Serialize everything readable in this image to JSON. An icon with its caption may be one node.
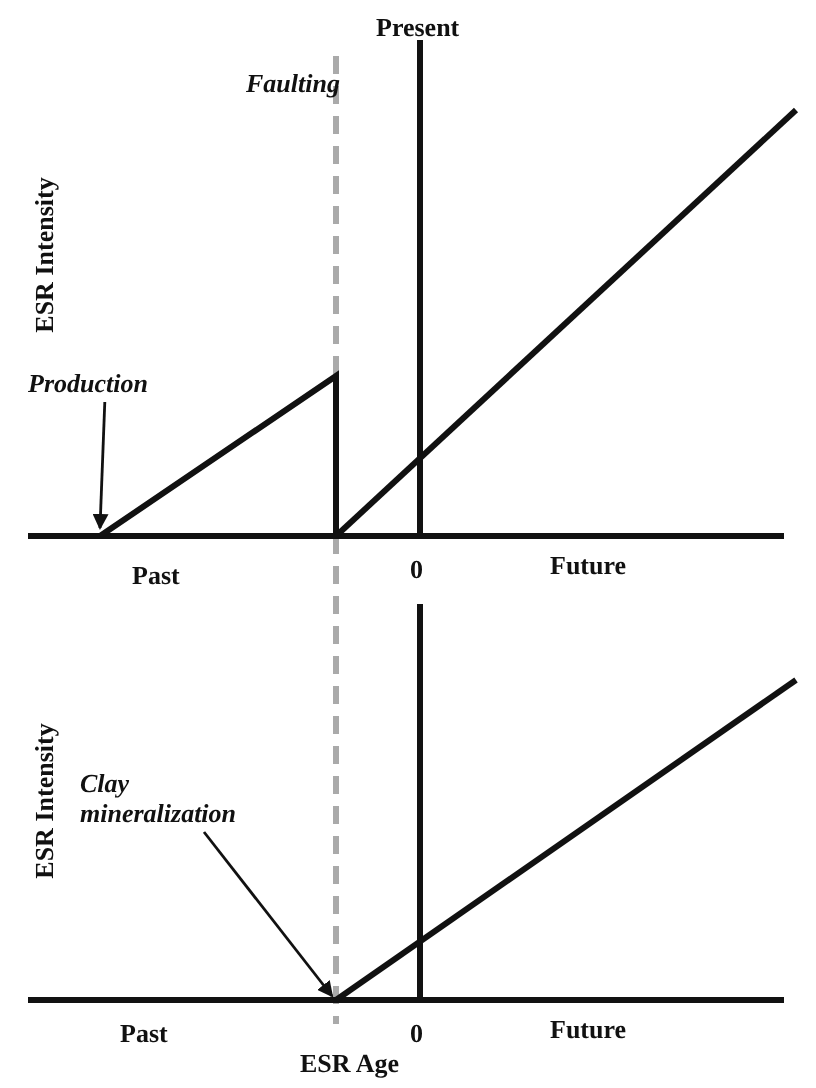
{
  "diagram": {
    "nodes": [
      {
        "text": [
          "Production"
        ]
      },
      {
        "text": [
          "Clay mineralization"
        ]
      }
    ],
    "edges": [
      {
        "from": 0,
        "to": null,
        "arrow": "to"
      },
      {
        "from": 1,
        "to": null,
        "arrow": "to"
      }
    ],
    "labels": [
      "Present",
      "Faulting",
      "ESR Intensity",
      "Past",
      "0",
      "Future",
      "ESR Intensity",
      "Past",
      "0",
      "Future",
      "ESR Age"
    ]
  }
}
